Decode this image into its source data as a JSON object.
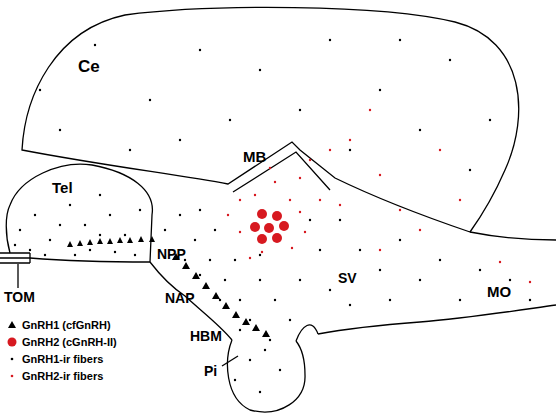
{
  "diagram": {
    "labels": [
      "Ce",
      "Tel",
      "MB",
      "NPP",
      "NAP",
      "HBM",
      "SV",
      "MO",
      "TOM",
      "Pi"
    ],
    "legend": [
      {
        "text": "GnRH1 (cfGnRH)"
      },
      {
        "text": "GnRH2 (cGnRH-II)"
      },
      {
        "text": "GnRH1-ir fibers"
      },
      {
        "text": "GnRH2-ir fibers"
      }
    ]
  }
}
